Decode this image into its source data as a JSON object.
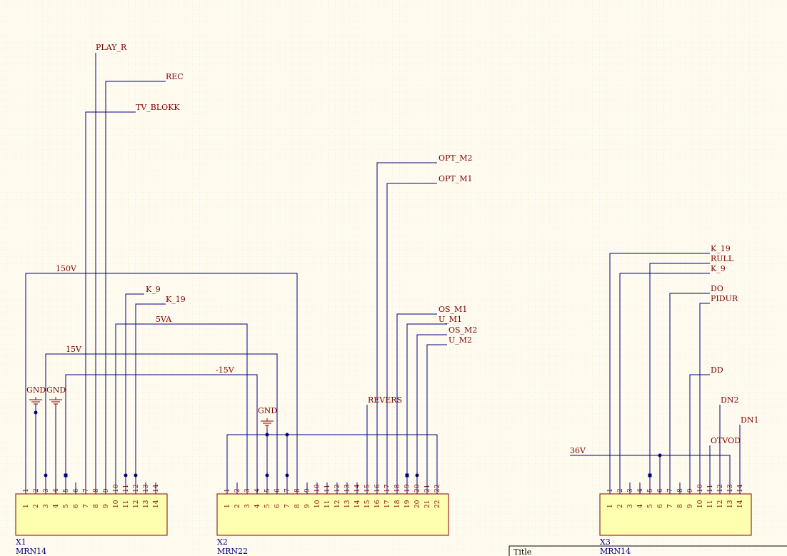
{
  "connectors": [
    {
      "ref": "X1",
      "part": "MRN14",
      "pins": [
        "1",
        "2",
        "3",
        "4",
        "5",
        "6",
        "7",
        "8",
        "9",
        "10",
        "11",
        "12",
        "13",
        "14"
      ]
    },
    {
      "ref": "X2",
      "part": "MRN22",
      "pins": [
        "1",
        "2",
        "3",
        "4",
        "5",
        "6",
        "7",
        "8",
        "9",
        "10",
        "11",
        "12",
        "13",
        "14",
        "15",
        "16",
        "17",
        "18",
        "19",
        "20",
        "21",
        "22"
      ]
    },
    {
      "ref": "X3",
      "part": "MRN14",
      "pins": [
        "1",
        "2",
        "3",
        "4",
        "5",
        "6",
        "7",
        "8",
        "9",
        "10",
        "11",
        "12",
        "13",
        "14"
      ]
    }
  ],
  "net_labels": {
    "play_r": "PLAY_R",
    "rec": "REC",
    "tv_blokk": "TV_BLOKK",
    "v150": "150V",
    "k9": "K_9",
    "k19": "K_19",
    "va5": "5VA",
    "v15": "15V",
    "vm15": "-15V",
    "gnd": "GND",
    "opt_m2": "OPT_M2",
    "opt_m1": "OPT_M1",
    "os_m1": "OS_M1",
    "u_m1": "U_M1",
    "os_m2": "OS_M2",
    "u_m2": "U_M2",
    "revers": "REVERS",
    "x3_k19": "K_19",
    "x3_rull": "RULL",
    "x3_k9": "K_9",
    "x3_do": "DO",
    "x3_pidur": "PIDUR",
    "x3_dd": "DD",
    "x3_dn2": "DN2",
    "x3_dn1": "DN1",
    "x3_otvod": "OTVOD",
    "x3_36v": "36V"
  },
  "title_block": {
    "title_label": "Title"
  },
  "colors": {
    "background": "#fffbf0",
    "grid": "#f0d8a8",
    "wire": "#000080",
    "label": "#800000",
    "connector_fill": "#ffffb0"
  }
}
